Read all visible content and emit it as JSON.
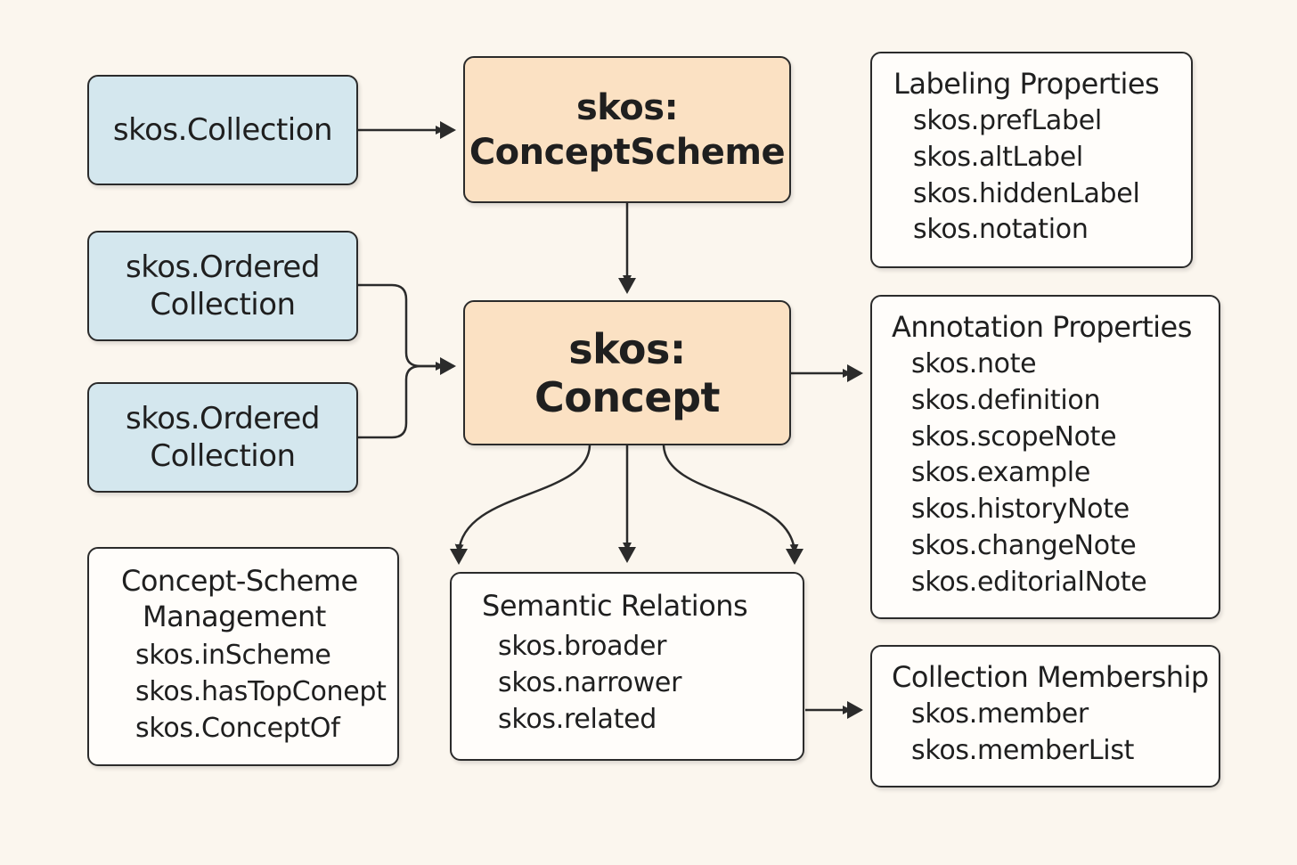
{
  "nodes": {
    "collection": {
      "label": "skos.Collection"
    },
    "ordered_collection_1": {
      "line1": "skos.Ordered",
      "line2": "Collection"
    },
    "ordered_collection_2": {
      "line1": "skos.Ordered",
      "line2": "Collection"
    },
    "concept_scheme": {
      "line1": "skos:",
      "line2": "ConceptScheme"
    },
    "concept": {
      "line1": "skos:",
      "line2": "Concept"
    },
    "labeling_properties": {
      "title": "Labeling Properties",
      "items": [
        "skos.prefLabel",
        "skos.altLabel",
        "skos.hiddenLabel",
        "skos.notation"
      ]
    },
    "annotation_properties": {
      "title": "Annotation Properties",
      "items": [
        "skos.note",
        "skos.definition",
        "skos.scopeNote",
        "skos.example",
        "skos.historyNote",
        "skos.changeNote",
        "skos.editorialNote"
      ]
    },
    "concept_scheme_management": {
      "title_line1": "Concept-Scheme",
      "title_line2": "Management",
      "items": [
        "skos.inScheme",
        "skos.hasTopConept",
        "skos.ConceptOf"
      ]
    },
    "semantic_relations": {
      "title": "Semantic Relations",
      "items": [
        "skos.broader",
        "skos.narrower",
        "skos.related"
      ]
    },
    "collection_membership": {
      "title": "Collection Membership",
      "items": [
        "skos.member",
        "skos.memberList"
      ]
    }
  },
  "colors": {
    "background": "#fbf6ee",
    "collection_fill": "#d4e7ee",
    "core_fill": "#fbe1c3",
    "property_fill": "#fffdfa",
    "stroke": "#2b2b2b"
  }
}
